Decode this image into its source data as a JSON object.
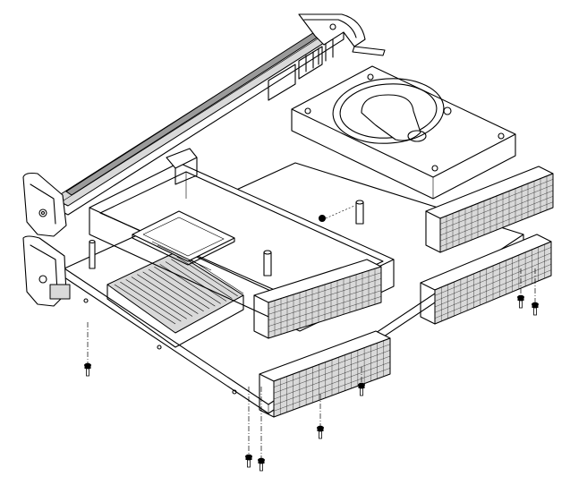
{
  "diagram": {
    "style": "monochrome isometric exploded-view line drawing",
    "colors": {
      "line": "#000000",
      "background": "#ffffff",
      "fill_light": "#d9d9d9",
      "fill_mid": "#9a9a9a"
    },
    "components": [
      "front-panel-rail",
      "top-ejector-handle",
      "left-ejector-handle-upper",
      "left-ejector-handle-lower",
      "hard-disk-drive",
      "carrier-bracket",
      "mezzanine-card",
      "heatsink",
      "main-board",
      "pmc-connector-modules",
      "standoffs",
      "mounting-screws"
    ],
    "screw_count": 7,
    "standoff_count": 3
  }
}
